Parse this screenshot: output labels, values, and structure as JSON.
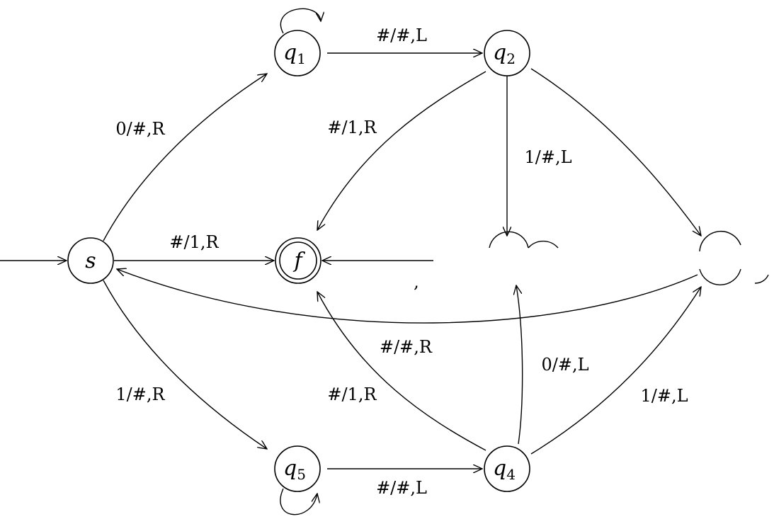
{
  "states": {
    "s": {
      "label": "s"
    },
    "f": {
      "label": "f"
    },
    "q1": {
      "label": "q",
      "sub": "1"
    },
    "q2": {
      "label": "q",
      "sub": "2"
    },
    "q4": {
      "label": "q",
      "sub": "4"
    },
    "q5": {
      "label": "q",
      "sub": "5"
    }
  },
  "edge_labels": {
    "q1_q2": "#/#,L",
    "s_q1": "0/#,R",
    "q2_f": "#/1,R",
    "q2_mid": "1/#,L",
    "s_f": "#/1,R",
    "right_s": "#/#,R",
    "q4_mid": "0/#,L",
    "q4_right": "1/#,L",
    "s_q5": "1/#,R",
    "q4_f": "#/1,R",
    "q5_q4": "#/#,L",
    "stray_comma": ","
  }
}
